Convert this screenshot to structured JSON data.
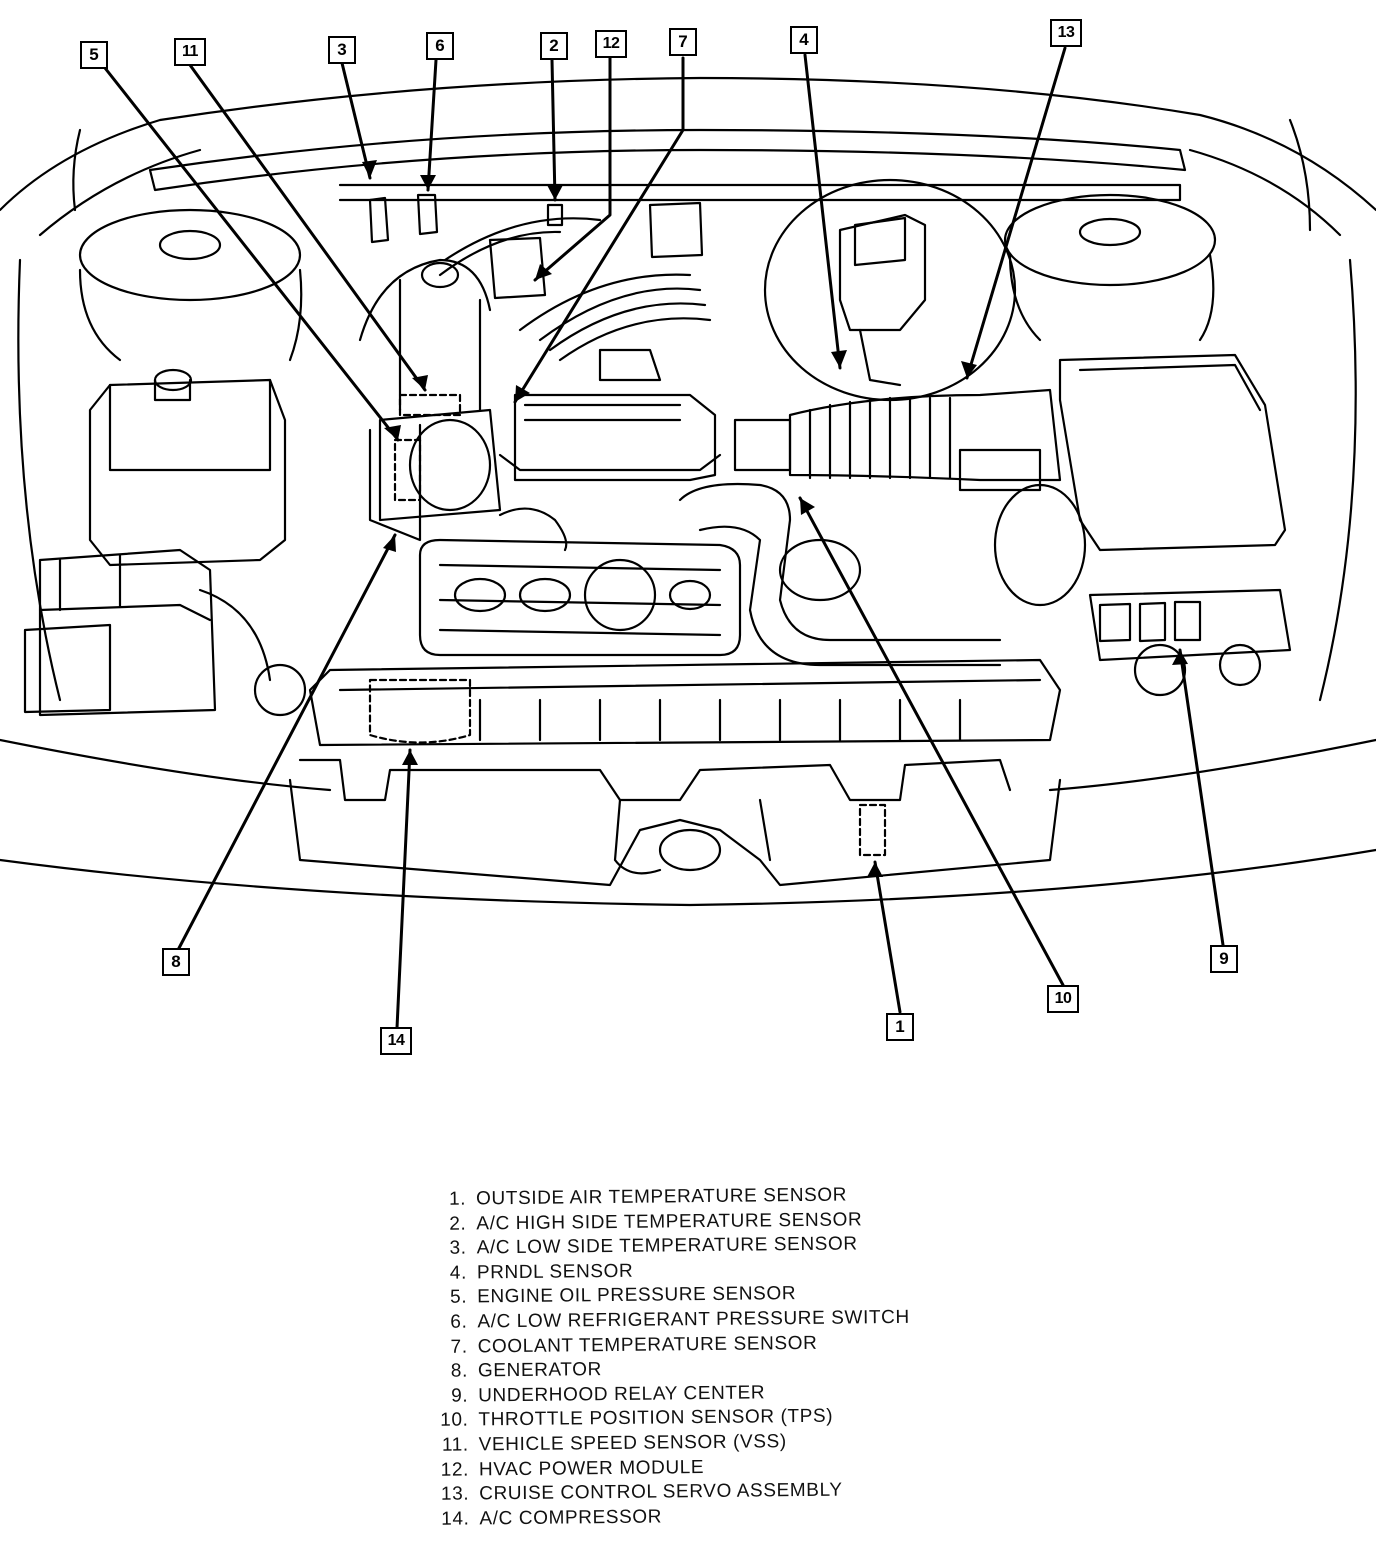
{
  "callouts": {
    "c1": "1",
    "c2": "2",
    "c3": "3",
    "c4": "4",
    "c5": "5",
    "c6": "6",
    "c7": "7",
    "c8": "8",
    "c9": "9",
    "c10": "10",
    "c11": "11",
    "c12": "12",
    "c13": "13",
    "c14": "14"
  },
  "legend": [
    {
      "num": "1.",
      "label": "OUTSIDE AIR TEMPERATURE SENSOR"
    },
    {
      "num": "2.",
      "label": "A/C HIGH SIDE TEMPERATURE SENSOR"
    },
    {
      "num": "3.",
      "label": "A/C LOW SIDE TEMPERATURE SENSOR"
    },
    {
      "num": "4.",
      "label": "PRNDL SENSOR"
    },
    {
      "num": "5.",
      "label": "ENGINE OIL PRESSURE SENSOR"
    },
    {
      "num": "6.",
      "label": "A/C LOW REFRIGERANT PRESSURE SWITCH"
    },
    {
      "num": "7.",
      "label": "COOLANT TEMPERATURE SENSOR"
    },
    {
      "num": "8.",
      "label": "GENERATOR"
    },
    {
      "num": "9.",
      "label": "UNDERHOOD RELAY CENTER"
    },
    {
      "num": "10.",
      "label": "THROTTLE POSITION SENSOR (TPS)"
    },
    {
      "num": "11.",
      "label": "VEHICLE SPEED SENSOR (VSS)"
    },
    {
      "num": "12.",
      "label": "HVAC POWER MODULE"
    },
    {
      "num": "13.",
      "label": "CRUISE CONTROL SERVO ASSEMBLY"
    },
    {
      "num": "14.",
      "label": "A/C COMPRESSOR"
    }
  ]
}
